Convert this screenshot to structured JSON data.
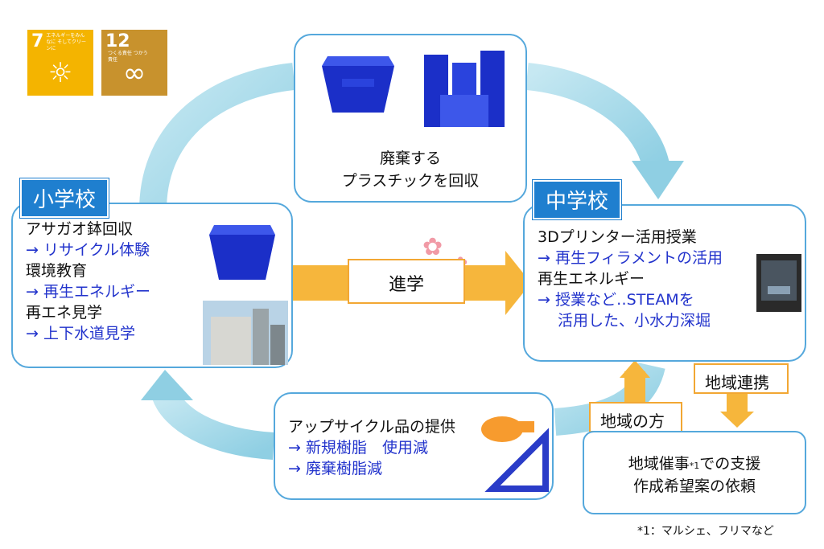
{
  "sdg": [
    {
      "num": "7",
      "caption": "エネルギーをみんなに そしてクリーンに",
      "color": "#f4b400",
      "icon": "sun-icon"
    },
    {
      "num": "12",
      "caption": "つくる責任 つかう責任",
      "color": "#c8922d",
      "icon": "infinity-icon"
    }
  ],
  "top_box": {
    "line1": "廃棄する",
    "line2": "プラスチックを回収"
  },
  "elementary": {
    "tag": "小学校",
    "lines": [
      {
        "text": "アサガオ鉢回収",
        "blue": false
      },
      {
        "text": "→ リサイクル体験",
        "blue": true
      },
      {
        "text": "環境教育",
        "blue": false
      },
      {
        "text": "→ 再生エネルギー",
        "blue": true
      },
      {
        "text": "再エネ見学",
        "blue": false
      },
      {
        "text": "→ 上下水道見学",
        "blue": true
      }
    ]
  },
  "junior_high": {
    "tag": "中学校",
    "lines": [
      {
        "text": "3Dプリンター活用授業",
        "blue": false
      },
      {
        "text": "→ 再生フィラメントの活用",
        "blue": true
      },
      {
        "text": "再生エネルギー",
        "blue": false
      },
      {
        "text": "→ 授業など‥STEAMを",
        "blue": true
      },
      {
        "text": "　 活用した、小水力深堀",
        "blue": true
      }
    ]
  },
  "advance_label": "進学",
  "upcycle": {
    "lines": [
      {
        "text": "アップサイクル品の提供",
        "blue": false
      },
      {
        "text": "→ 新規樹脂　使用減",
        "blue": true
      },
      {
        "text": "→ 廃棄樹脂減",
        "blue": true
      }
    ]
  },
  "community_label": "地域の方",
  "regional_label": "地域連携",
  "community_box": {
    "line1_a": "地域催事",
    "line1_sup": "*1",
    "line1_b": "での支援",
    "line2": "作成希望案の依頼"
  },
  "footnote": "*1：マルシェ、フリマなど",
  "colors": {
    "cycle_arrow": "#a9dbea",
    "box_border": "#55a8dc",
    "tag_blue": "#1f7fcf",
    "orange": "#f6b63c",
    "blue_text": "#2233cc",
    "pot_blue": "#1b2fc8"
  }
}
